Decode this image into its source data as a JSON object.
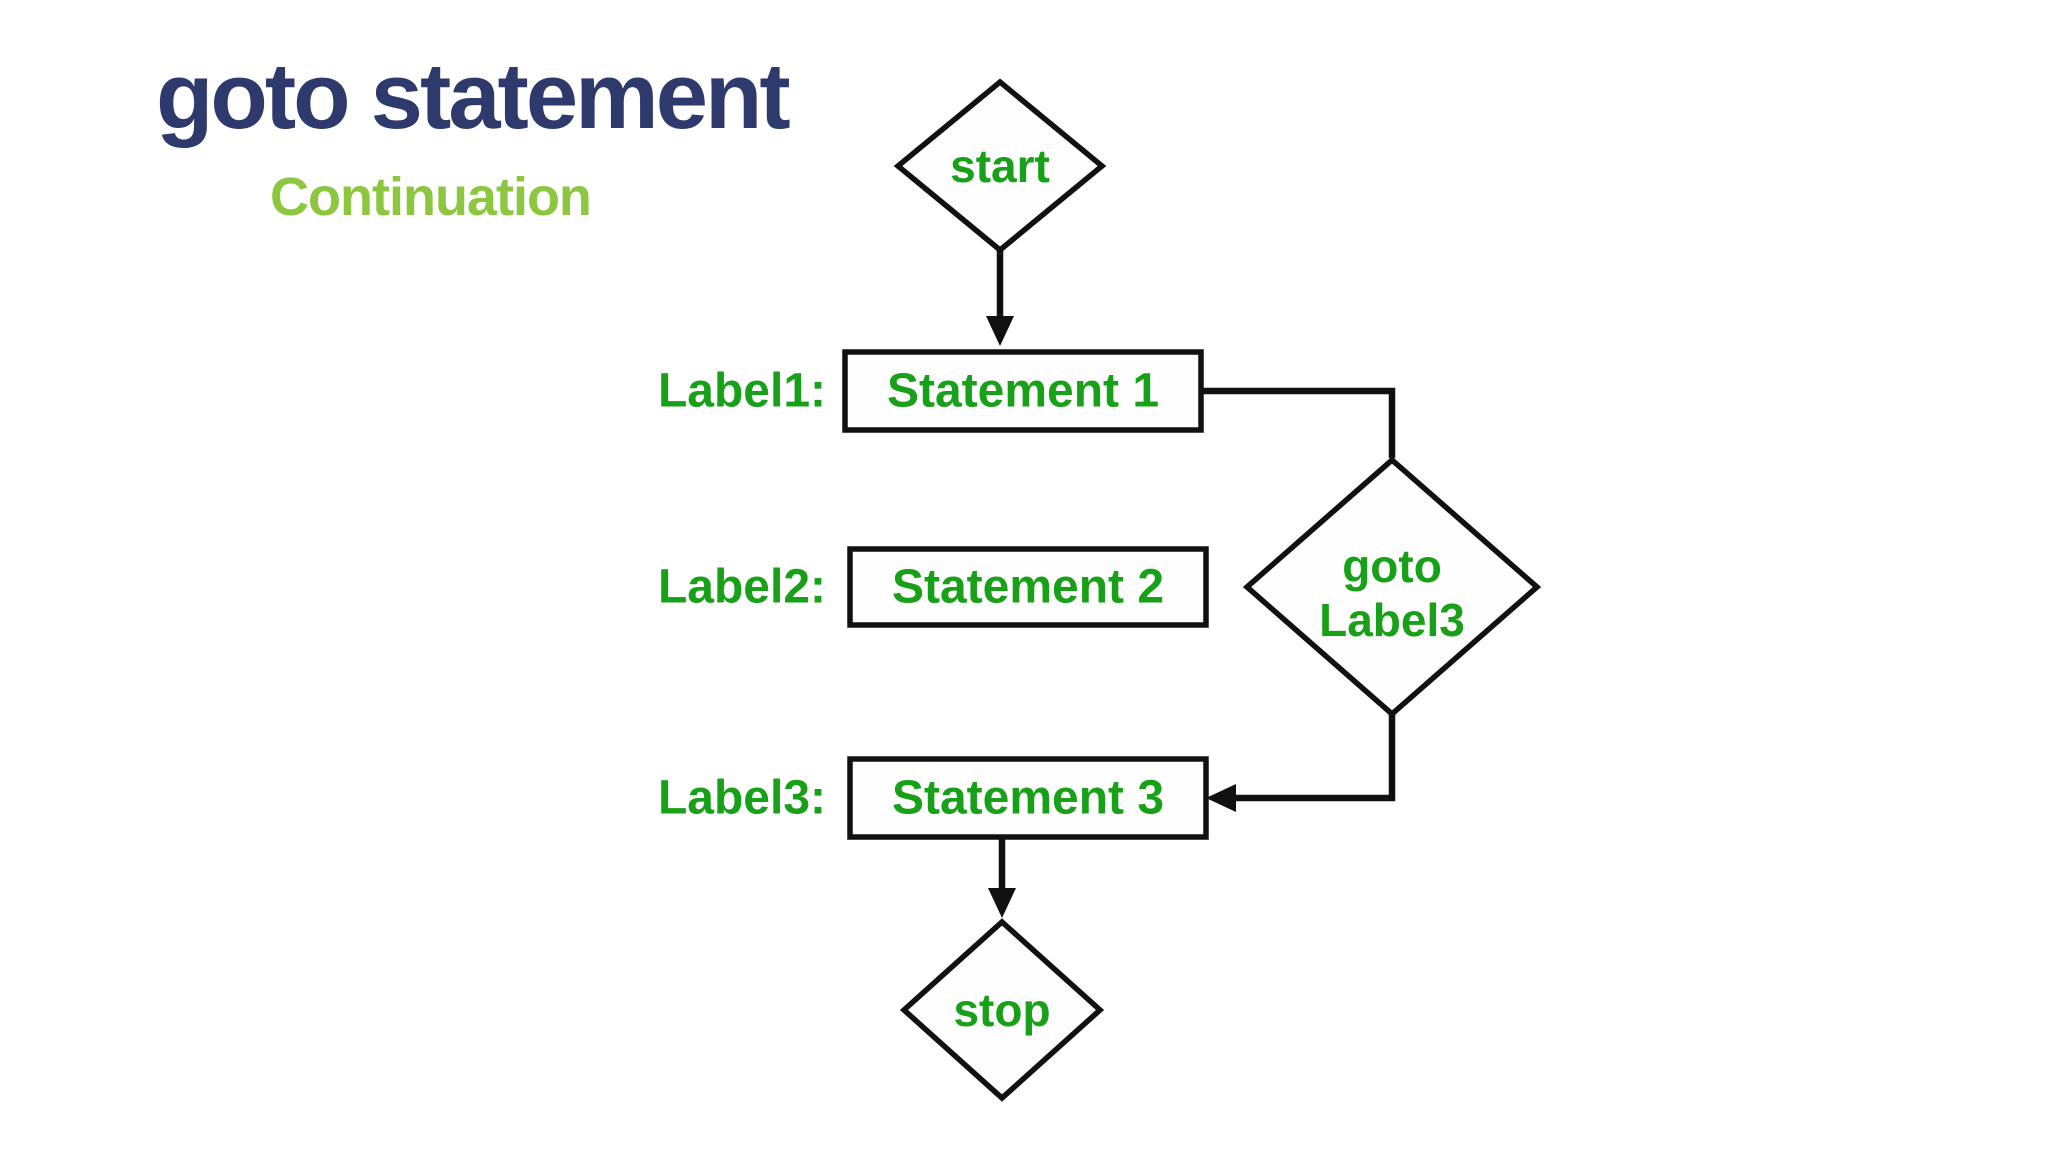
{
  "header": {
    "title": "goto statement",
    "subtitle": "Continuation"
  },
  "colors": {
    "background": "#ffffff",
    "title_text": "#2e3a6c",
    "subtitle_text": "#8dc63f",
    "diagram_text_green": "#18a018",
    "diagram_stroke": "#111111"
  },
  "flowchart": {
    "start": {
      "label": "start"
    },
    "statement1": {
      "side_label": "Label1:",
      "label": "Statement 1"
    },
    "goto_decision": {
      "line1": "goto",
      "line2": "Label3"
    },
    "statement2": {
      "side_label": "Label2:",
      "label": "Statement 2"
    },
    "statement3": {
      "side_label": "Label3:",
      "label": "Statement 3"
    },
    "stop": {
      "label": "stop"
    },
    "edges": [
      {
        "from": "start",
        "to": "Statement 1",
        "style": "arrow-down"
      },
      {
        "from": "Statement 1",
        "to": "goto Label3",
        "style": "line-right-then-down"
      },
      {
        "from": "goto Label3",
        "to": "Statement 3",
        "style": "line-down-then-left-arrow"
      },
      {
        "from": "Statement 3",
        "to": "stop",
        "style": "arrow-down"
      }
    ]
  }
}
